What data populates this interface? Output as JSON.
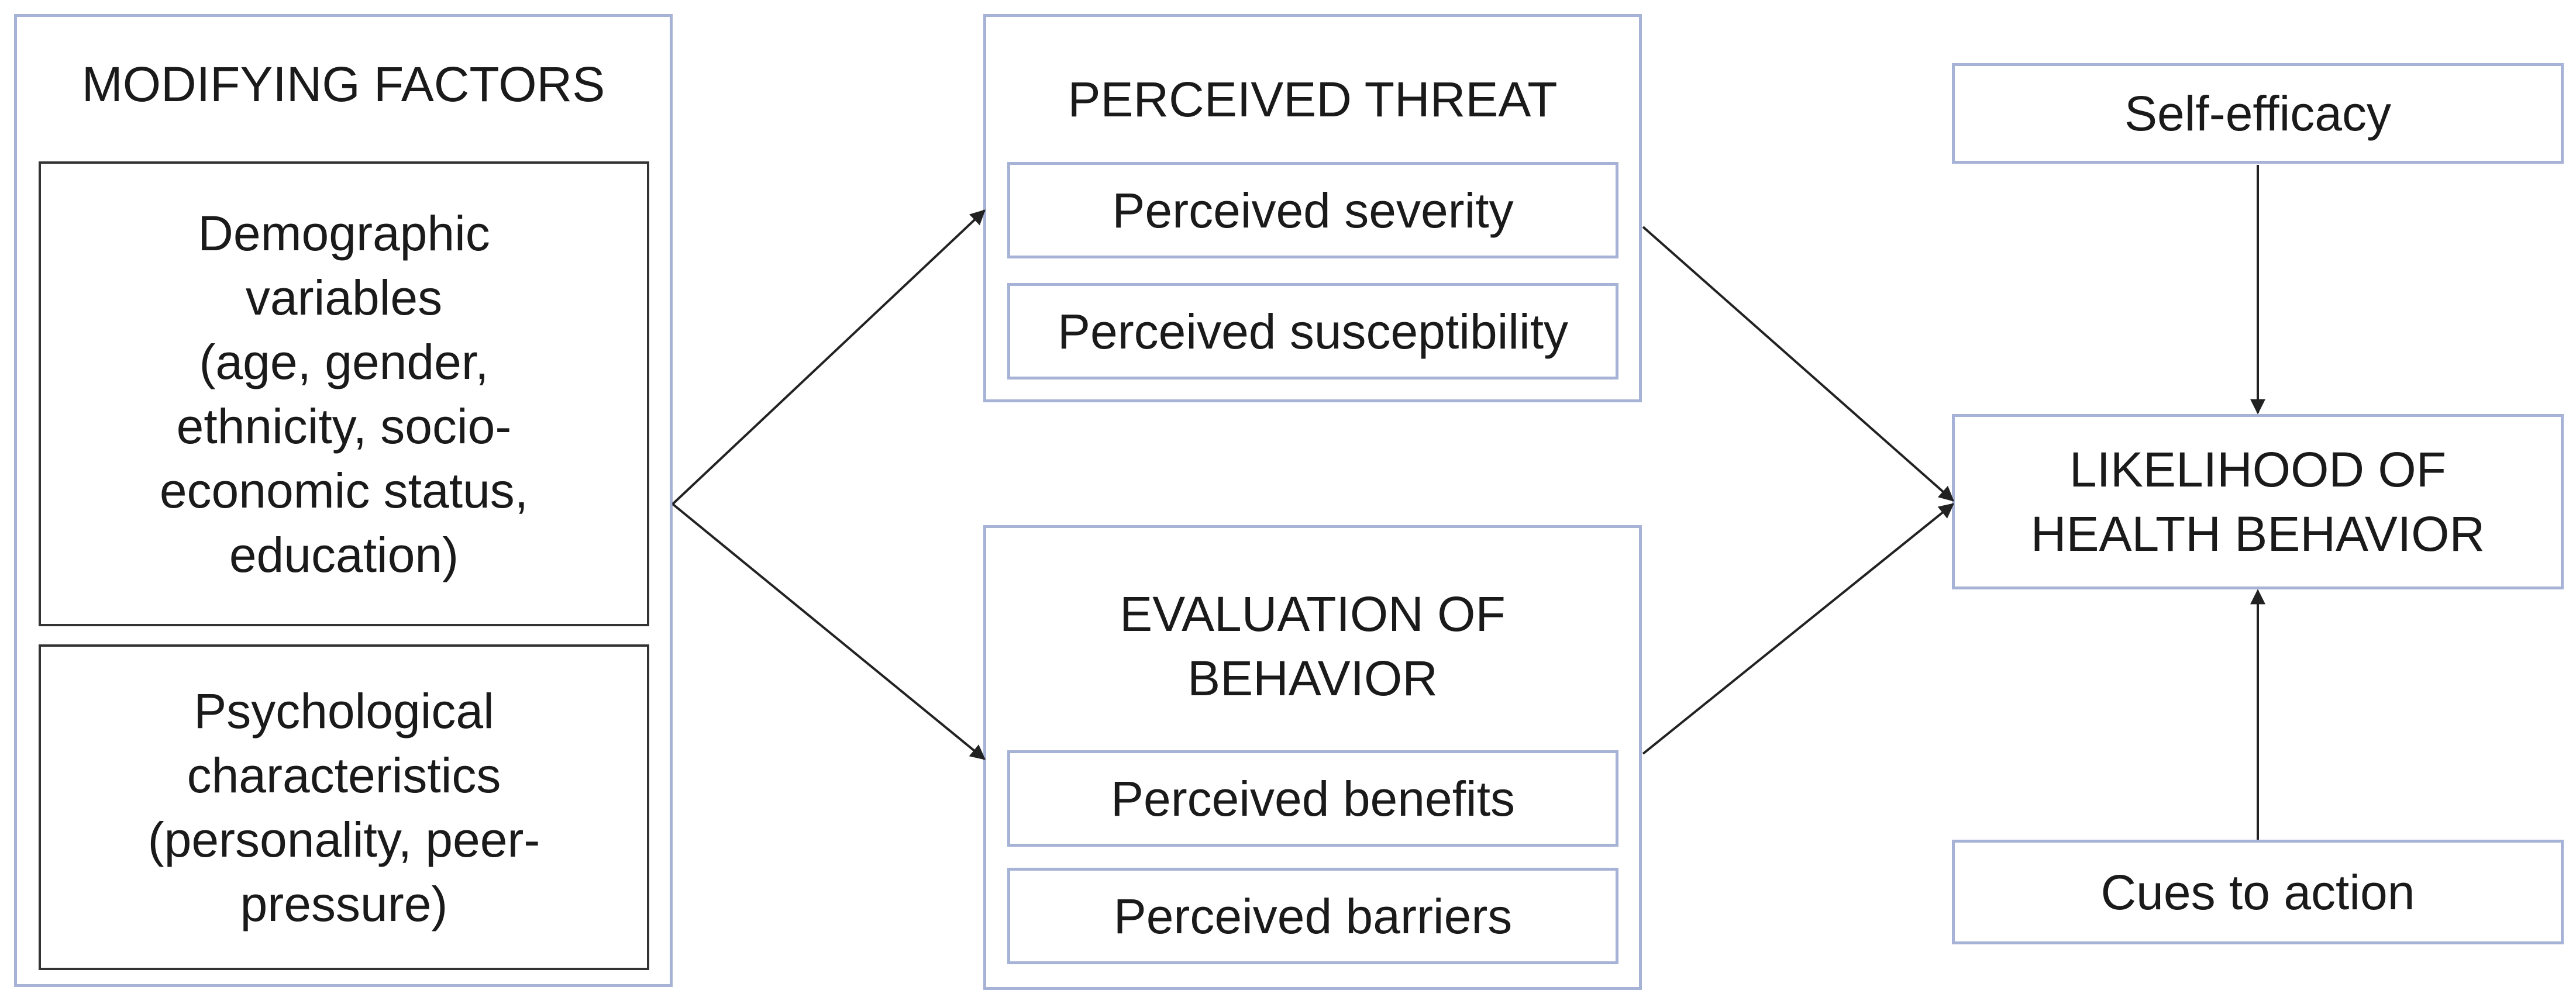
{
  "modifying_factors": {
    "title": "MODIFYING FACTORS",
    "demographic": "Demographic\nvariables\n(age, gender,\nethnicity, socio-\neconomic status,\neducation)",
    "psychological": "Psychological\ncharacteristics\n(personality, peer-\npressure)"
  },
  "perceived_threat": {
    "title": "PERCEIVED THREAT",
    "severity": "Perceived severity",
    "susceptibility": "Perceived susceptibility"
  },
  "evaluation": {
    "title": "EVALUATION OF\nBEHAVIOR",
    "benefits": "Perceived benefits",
    "barriers": "Perceived barriers"
  },
  "self_efficacy": "Self-efficacy",
  "likelihood": "LIKELIHOOD OF\nHEALTH BEHAVIOR",
  "cues": "Cues to action",
  "colors": {
    "box_border": "#a7b3d6",
    "text": "#1a1a1a",
    "arrow": "#222222"
  }
}
